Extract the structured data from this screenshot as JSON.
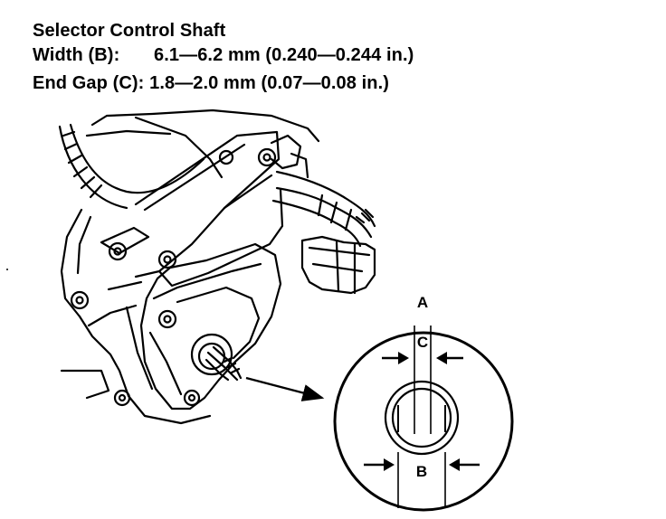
{
  "spec": {
    "title": "Selector Control Shaft",
    "width_label": "Width (B):",
    "width_value": "6.1—6.2 mm (0.240—0.244 in.)",
    "endgap_label": "End Gap (C):",
    "endgap_value": "1.8—2.0 mm (0.07—0.08 in.)"
  },
  "callouts": {
    "a": "A",
    "b": "B",
    "c": "C"
  }
}
